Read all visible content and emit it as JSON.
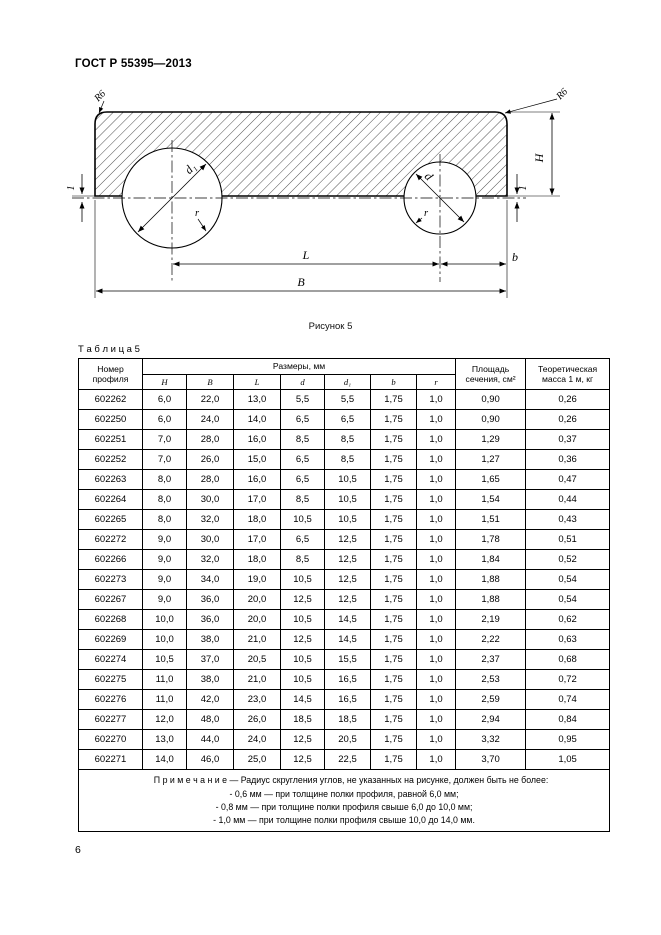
{
  "page": {
    "header_title": "ГОСТ Р 55395—2013",
    "page_number": "6"
  },
  "figure": {
    "caption": "Рисунок 5",
    "labels": {
      "r6_left": "R6",
      "r6_right": "R6",
      "height": "H",
      "width_total": "B",
      "length_between_centers": "L",
      "offset_b": "b",
      "dia_left": "d₁",
      "dia_right": "d",
      "radius_left": "r",
      "radius_right": "r",
      "offset_left": "1",
      "offset_right": "1"
    }
  },
  "table": {
    "title": "Т а б л и ц а  5",
    "headers": {
      "profile": "Номер профиля",
      "sizes_group": "Размеры, мм",
      "size_cols": [
        "H",
        "B",
        "L",
        "d",
        "d₁",
        "b",
        "r"
      ],
      "area": "Площадь сечения, см²",
      "mass": "Теоретическая масса 1 м, кг"
    },
    "rows": [
      [
        "602262",
        "6,0",
        "22,0",
        "13,0",
        "5,5",
        "5,5",
        "1,75",
        "1,0",
        "0,90",
        "0,26"
      ],
      [
        "602250",
        "6,0",
        "24,0",
        "14,0",
        "6,5",
        "6,5",
        "1,75",
        "1,0",
        "0,90",
        "0,26"
      ],
      [
        "602251",
        "7,0",
        "28,0",
        "16,0",
        "8,5",
        "8,5",
        "1,75",
        "1,0",
        "1,29",
        "0,37"
      ],
      [
        "602252",
        "7,0",
        "26,0",
        "15,0",
        "6,5",
        "8,5",
        "1,75",
        "1,0",
        "1,27",
        "0,36"
      ],
      [
        "602263",
        "8,0",
        "28,0",
        "16,0",
        "6,5",
        "10,5",
        "1,75",
        "1,0",
        "1,65",
        "0,47"
      ],
      [
        "602264",
        "8,0",
        "30,0",
        "17,0",
        "8,5",
        "10,5",
        "1,75",
        "1,0",
        "1,54",
        "0,44"
      ],
      [
        "602265",
        "8,0",
        "32,0",
        "18,0",
        "10,5",
        "10,5",
        "1,75",
        "1,0",
        "1,51",
        "0,43"
      ],
      [
        "602272",
        "9,0",
        "30,0",
        "17,0",
        "6,5",
        "12,5",
        "1,75",
        "1,0",
        "1,78",
        "0,51"
      ],
      [
        "602266",
        "9,0",
        "32,0",
        "18,0",
        "8,5",
        "12,5",
        "1,75",
        "1,0",
        "1,84",
        "0,52"
      ],
      [
        "602273",
        "9,0",
        "34,0",
        "19,0",
        "10,5",
        "12,5",
        "1,75",
        "1,0",
        "1,88",
        "0,54"
      ],
      [
        "602267",
        "9,0",
        "36,0",
        "20,0",
        "12,5",
        "12,5",
        "1,75",
        "1,0",
        "1,88",
        "0,54"
      ],
      [
        "602268",
        "10,0",
        "36,0",
        "20,0",
        "10,5",
        "14,5",
        "1,75",
        "1,0",
        "2,19",
        "0,62"
      ],
      [
        "602269",
        "10,0",
        "38,0",
        "21,0",
        "12,5",
        "14,5",
        "1,75",
        "1,0",
        "2,22",
        "0,63"
      ],
      [
        "602274",
        "10,5",
        "37,0",
        "20,5",
        "10,5",
        "15,5",
        "1,75",
        "1,0",
        "2,37",
        "0,68"
      ],
      [
        "602275",
        "11,0",
        "38,0",
        "21,0",
        "10,5",
        "16,5",
        "1,75",
        "1,0",
        "2,53",
        "0,72"
      ],
      [
        "602276",
        "11,0",
        "42,0",
        "23,0",
        "14,5",
        "16,5",
        "1,75",
        "1,0",
        "2,59",
        "0,74"
      ],
      [
        "602277",
        "12,0",
        "48,0",
        "26,0",
        "18,5",
        "18,5",
        "1,75",
        "1,0",
        "2,94",
        "0,84"
      ],
      [
        "602270",
        "13,0",
        "44,0",
        "24,0",
        "12,5",
        "20,5",
        "1,75",
        "1,0",
        "3,32",
        "0,95"
      ],
      [
        "602271",
        "14,0",
        "46,0",
        "25,0",
        "12,5",
        "22,5",
        "1,75",
        "1,0",
        "3,70",
        "1,05"
      ]
    ],
    "note_lines": [
      "П р и м е ч а н и е  — Радиус скругления углов, не указанных на рисунке, должен быть не более:",
      "- 0,6 мм — при толщине полки профиля, равной 6,0 мм;",
      "- 0,8 мм — при толщине полки профиля свыше 6,0 до 10,0 мм;",
      "- 1,0 мм — при толщине полки профиля свыше 10,0 до 14,0 мм."
    ]
  }
}
